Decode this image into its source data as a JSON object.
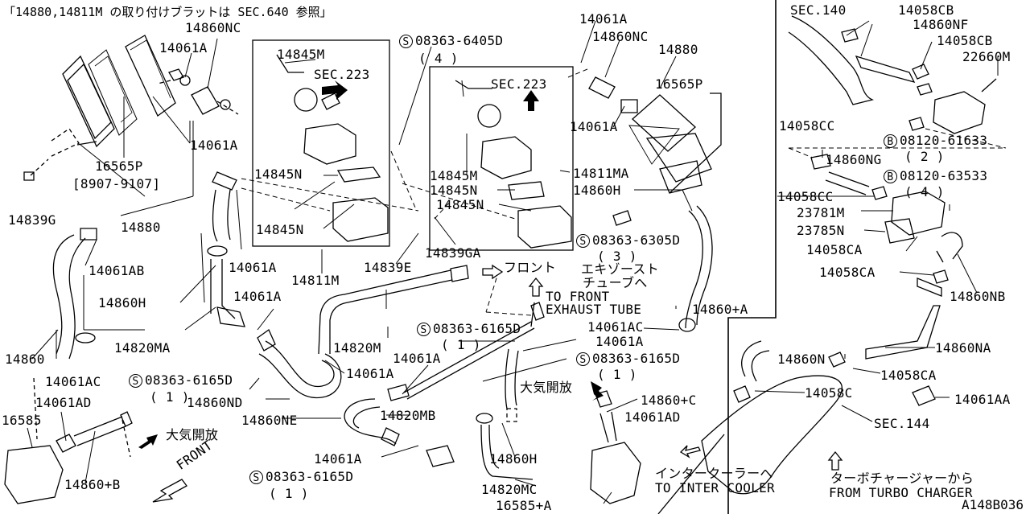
{
  "note": "「14880,14811M の取り付けブラットは SEC.640 参照」",
  "figure_code": "A148B036",
  "labels": {
    "l14860NC_a": "14860NC",
    "l14061A_a": "14061A",
    "l14845M": "14845M",
    "lSEC223_a": "SEC.223",
    "lS08363_6405D": "08363-6405D",
    "lq4_a": "( 4 )",
    "l14061A_b": "14061A",
    "l14860NC_b": "14860NC",
    "l14880_a": "14880",
    "l16565P_a": "16565P",
    "lSEC223_b": "SEC.223",
    "l14061A_c": "14061A",
    "l14061A_d": "14061A",
    "l16565P_b": "16565P",
    "l8907_9107": "[8907-9107]",
    "l14845N_a": "14845N",
    "l14845M_b": "14845M",
    "l14845N_b": "14845N",
    "l14811MA": "14811MA",
    "l14845N_c": "14845N",
    "l14860H_a": "14860H",
    "l14839G": "14839G",
    "l14880_b": "14880",
    "l14845N_d": "14845N",
    "l14839GA": "14839GA",
    "l14839E": "14839E",
    "l14061AB": "14061AB",
    "l14061A_e": "14061A",
    "l14811M": "14811M",
    "lS08363_6305D": "08363-6305D",
    "lq3": "( 3 )",
    "lFront_jp": "フロント",
    "lExhaust_jp1": "エキゾースト",
    "lExhaust_jp2": "チューブへ",
    "lToFront": "TO FRONT",
    "lExhaustTube": "EXHAUST TUBE",
    "l14860H_b": "14860H",
    "l14061A_f": "14061A",
    "l14860plusA": "14860+A",
    "l14820MA": "14820MA",
    "l14820M": "14820M",
    "lS08363_6165D_a": "08363-6165D",
    "lq1_a": "( 1 )",
    "l14061AC_a": "14061AC",
    "l14061A_g": "14061A",
    "lS08363_6165D_b": "08363-6165D",
    "lq1_b": "( 1 )",
    "l14860": "14860",
    "l14061A_h": "14061A",
    "l14061A_i": "14061A",
    "l14061AC_b": "14061AC",
    "lS08363_6165D_c": "08363-6165D",
    "lq1_c": "( 1 )",
    "lTaiki_a": "大気開放",
    "l14061AD_a": "14061AD",
    "l14860ND": "14860ND",
    "l14860plusC": "14860+C",
    "l14061AD_b": "14061AD",
    "l14820MB": "14820MB",
    "l16585": "16585",
    "l14860NE": "14860NE",
    "lTaiki_b": "大気開放",
    "l14061A_j": "14061A",
    "l14860H_c": "14860H",
    "l14860plusB": "14860+B",
    "lFront_en": "FRONT",
    "lS08363_6165D_d": "08363-6165D",
    "lq1_d": "( 1 )",
    "l14820MC": "14820MC",
    "l16585plusA": "16585+A",
    "lInter_jp": "インタークーラーへ",
    "lToInter": "TO INTER COOLER",
    "lTurbo_jp": "ターボチャージャーから",
    "lFromTurbo": "FROM TURBO CHARGER",
    "lSEC140": "SEC.140",
    "l14058CB_a": "14058CB",
    "l14860NF": "14860NF",
    "l14058CB_b": "14058CB",
    "l22660M": "22660M",
    "l14058CC_a": "14058CC",
    "lB08120_61633": "08120-61633",
    "lq2": "( 2 )",
    "l14860NG": "14860NG",
    "lB08120_63533": "08120-63533",
    "lq4_b": "( 4 )",
    "l14058CC_b": "14058CC",
    "l23781M": "23781M",
    "l23785N": "23785N",
    "l14058CA_a": "14058CA",
    "l14058CA_b": "14058CA",
    "l14860NB": "14860NB",
    "l14860NA": "14860NA",
    "l14860N": "14860N",
    "l14058CA_c": "14058CA",
    "l14058C": "14058C",
    "l14061AA": "14061AA",
    "lSEC144": "SEC.144"
  },
  "symbols": {
    "bolt_marker": "S",
    "b_marker": "B"
  }
}
